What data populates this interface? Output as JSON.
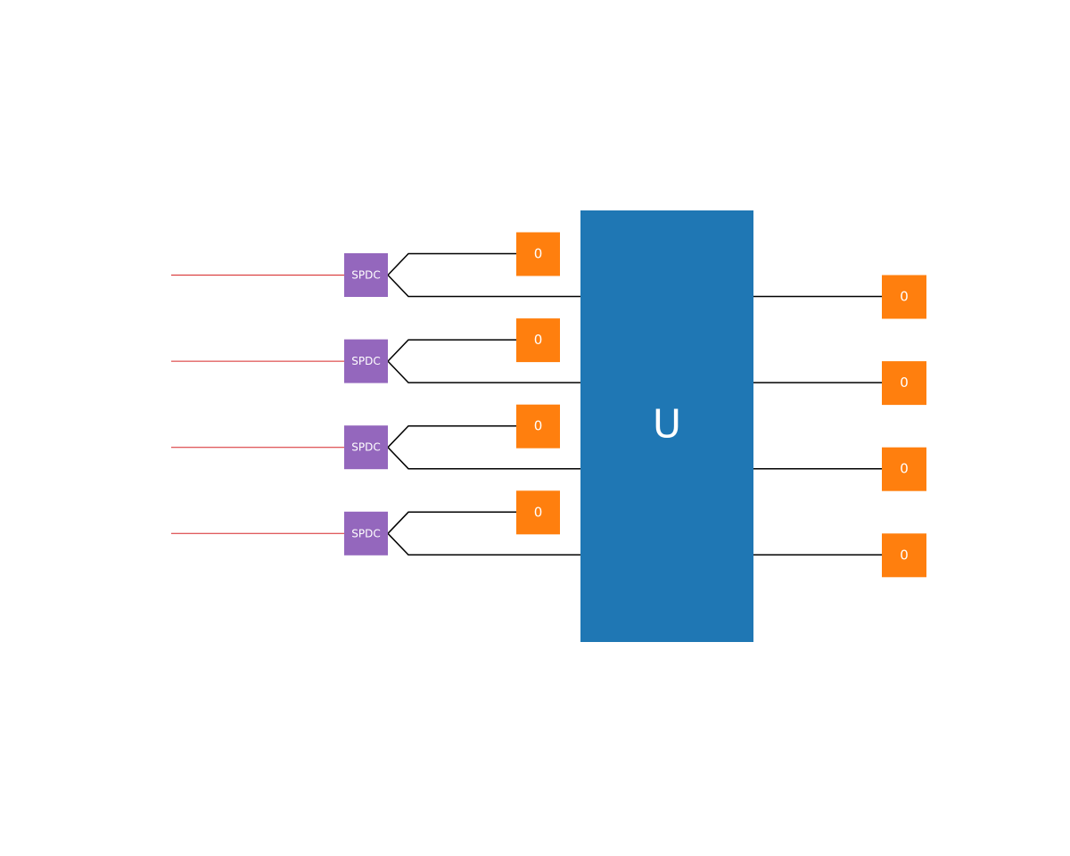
{
  "colors": {
    "pump_line": "#d62728",
    "spdc_box": "#9467bd",
    "detector_box": "#ff7f0e",
    "unitary_box": "#1f77b4",
    "mode_line": "#000000",
    "label_text": "#ffffff"
  },
  "unitary": {
    "label": "U"
  },
  "sources": [
    {
      "label": "SPDC",
      "herald_detector": "0",
      "output_detector": "0"
    },
    {
      "label": "SPDC",
      "herald_detector": "0",
      "output_detector": "0"
    },
    {
      "label": "SPDC",
      "herald_detector": "0",
      "output_detector": "0"
    },
    {
      "label": "SPDC",
      "herald_detector": "0",
      "output_detector": "0"
    }
  ]
}
